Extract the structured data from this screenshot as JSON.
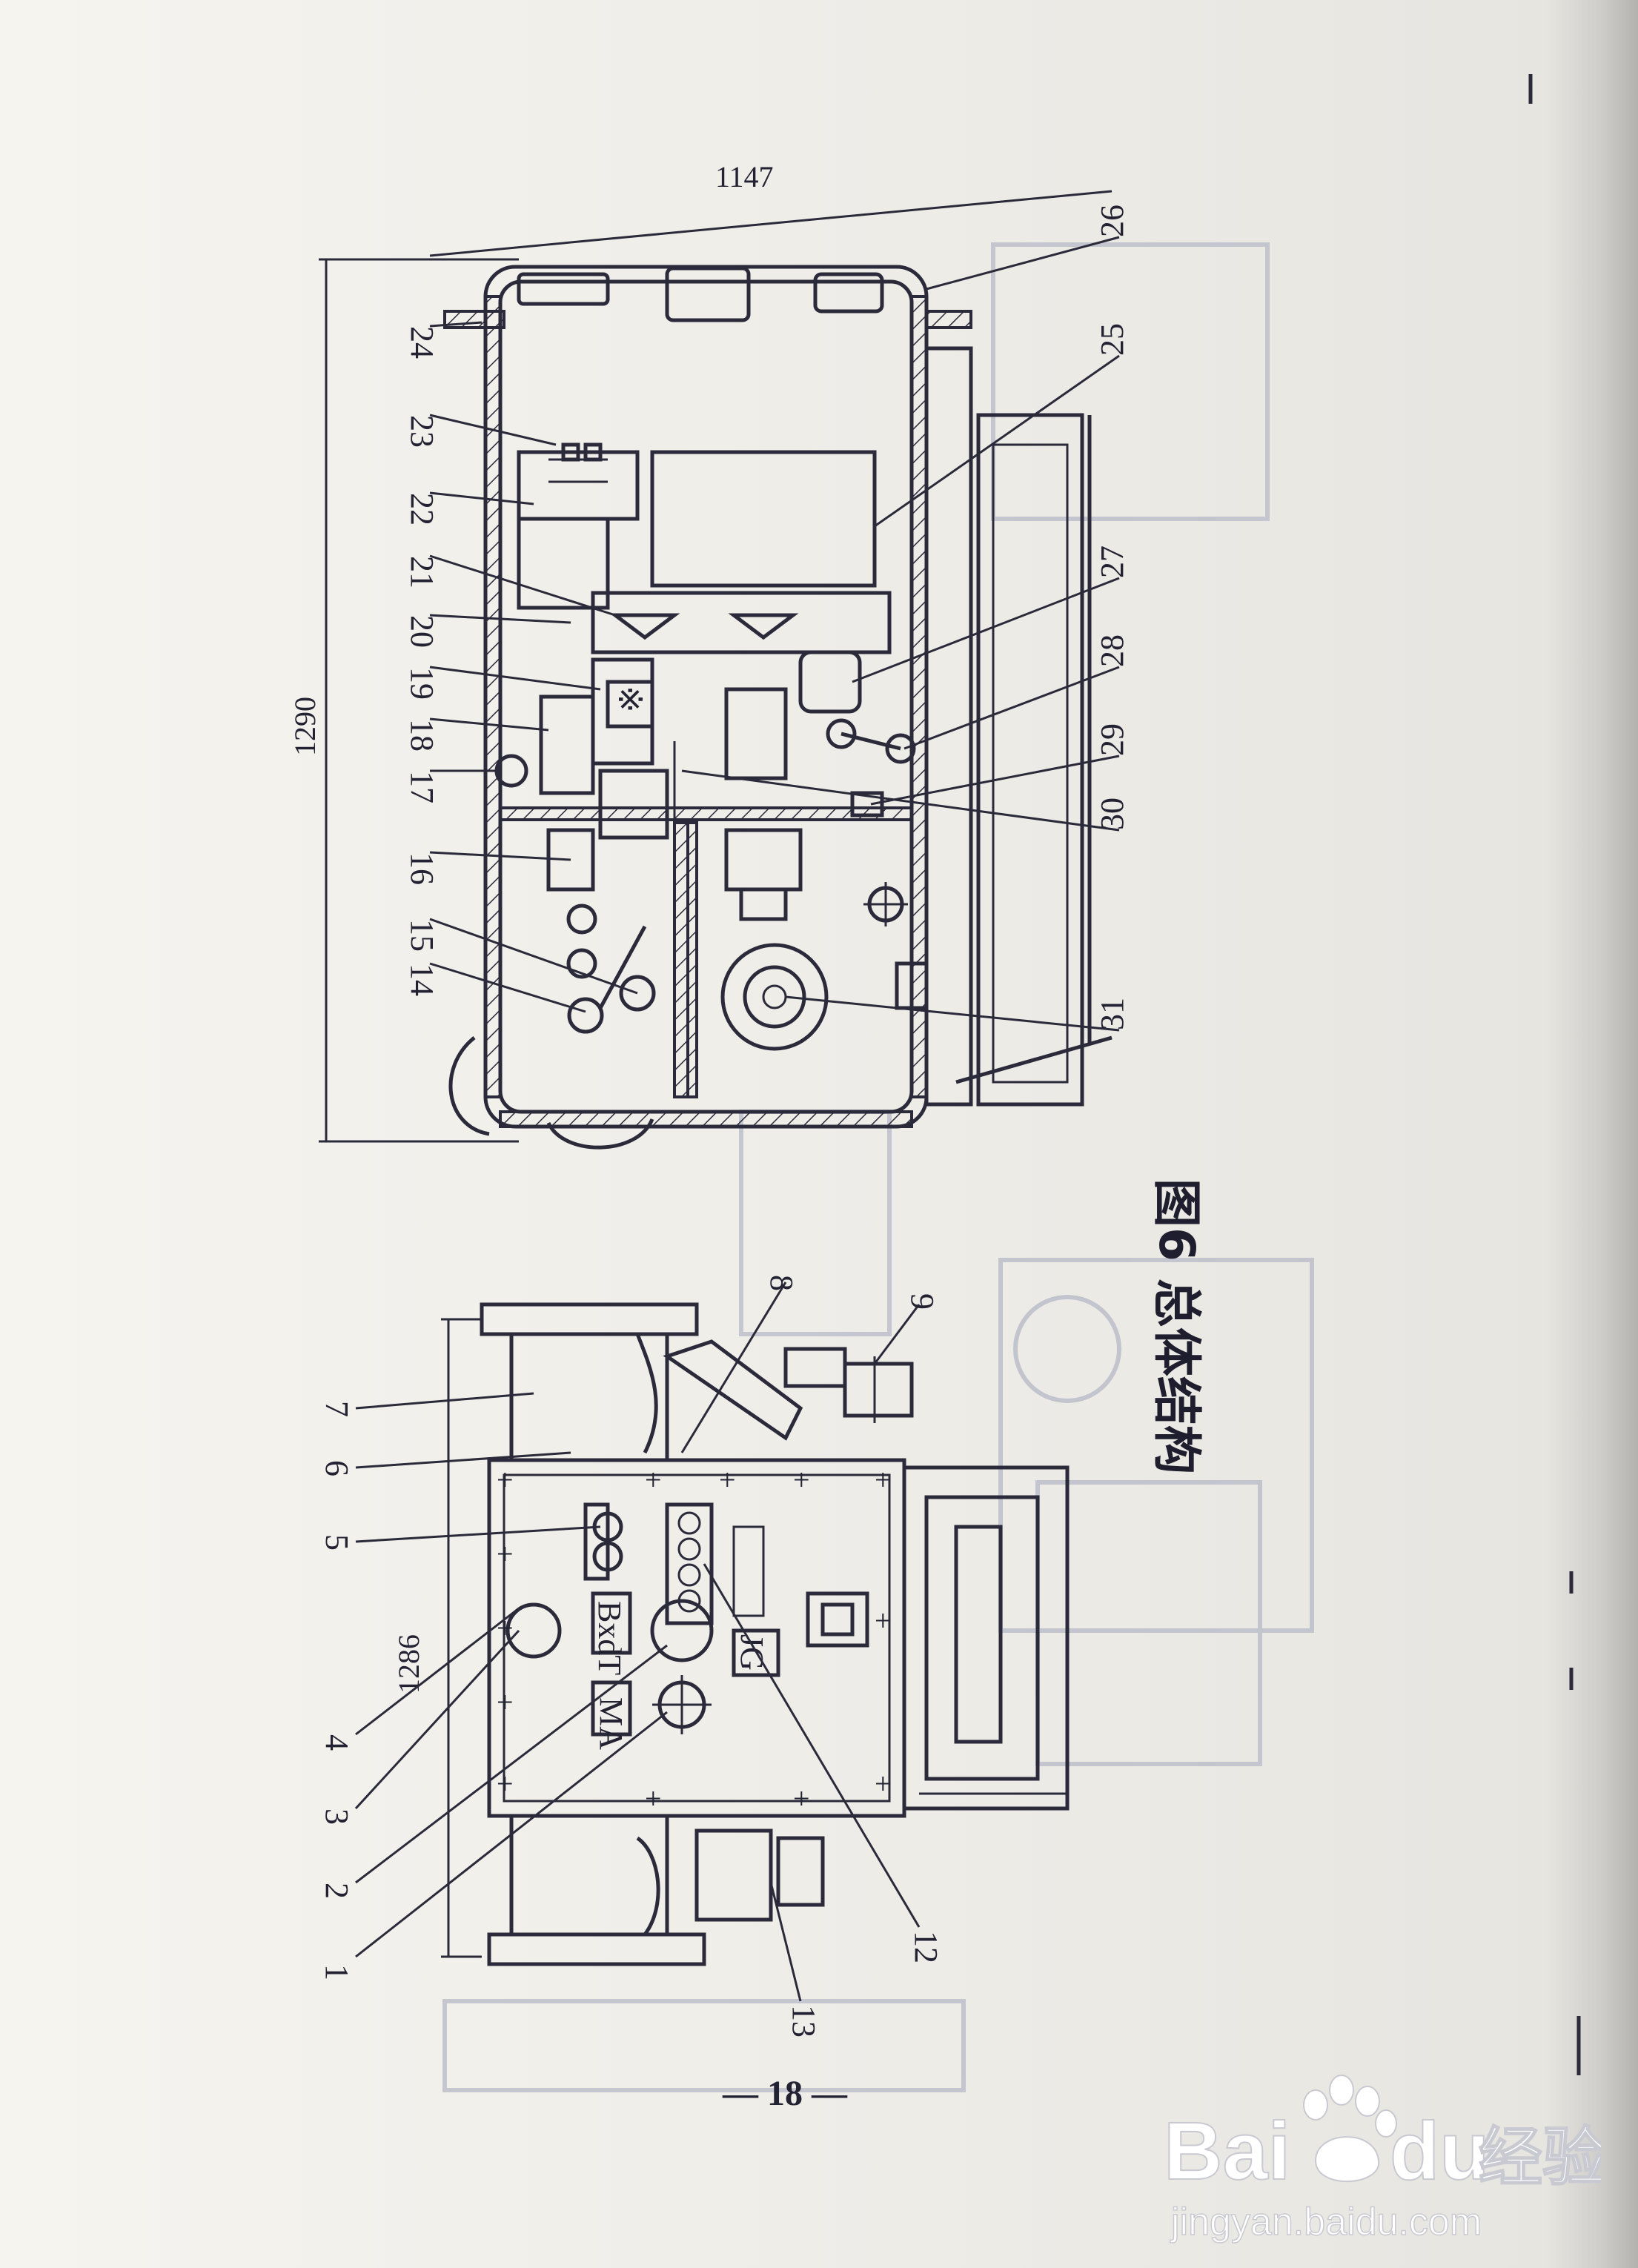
{
  "figure": {
    "caption": "图6  总体结构",
    "page_number": "— 18 —"
  },
  "dimensions": {
    "width_top": "1147",
    "height_left": "1290",
    "front_length": "1286"
  },
  "callouts_top": [
    "14",
    "15",
    "16",
    "17",
    "18",
    "19",
    "20",
    "21",
    "22",
    "23",
    "24"
  ],
  "callouts_bottom": [
    "31",
    "30",
    "29",
    "28",
    "27",
    "25",
    "26"
  ],
  "callouts_front": [
    "1",
    "2",
    "3",
    "4",
    "5",
    "6",
    "7",
    "8",
    "9",
    "12",
    "13"
  ],
  "panel_labels": [
    "MA",
    "BxdT",
    "JG"
  ],
  "watermark": {
    "brand_left": "Bai",
    "brand_right": "du",
    "brand_cn": "经验",
    "url": "jingyan.baidu.com"
  }
}
